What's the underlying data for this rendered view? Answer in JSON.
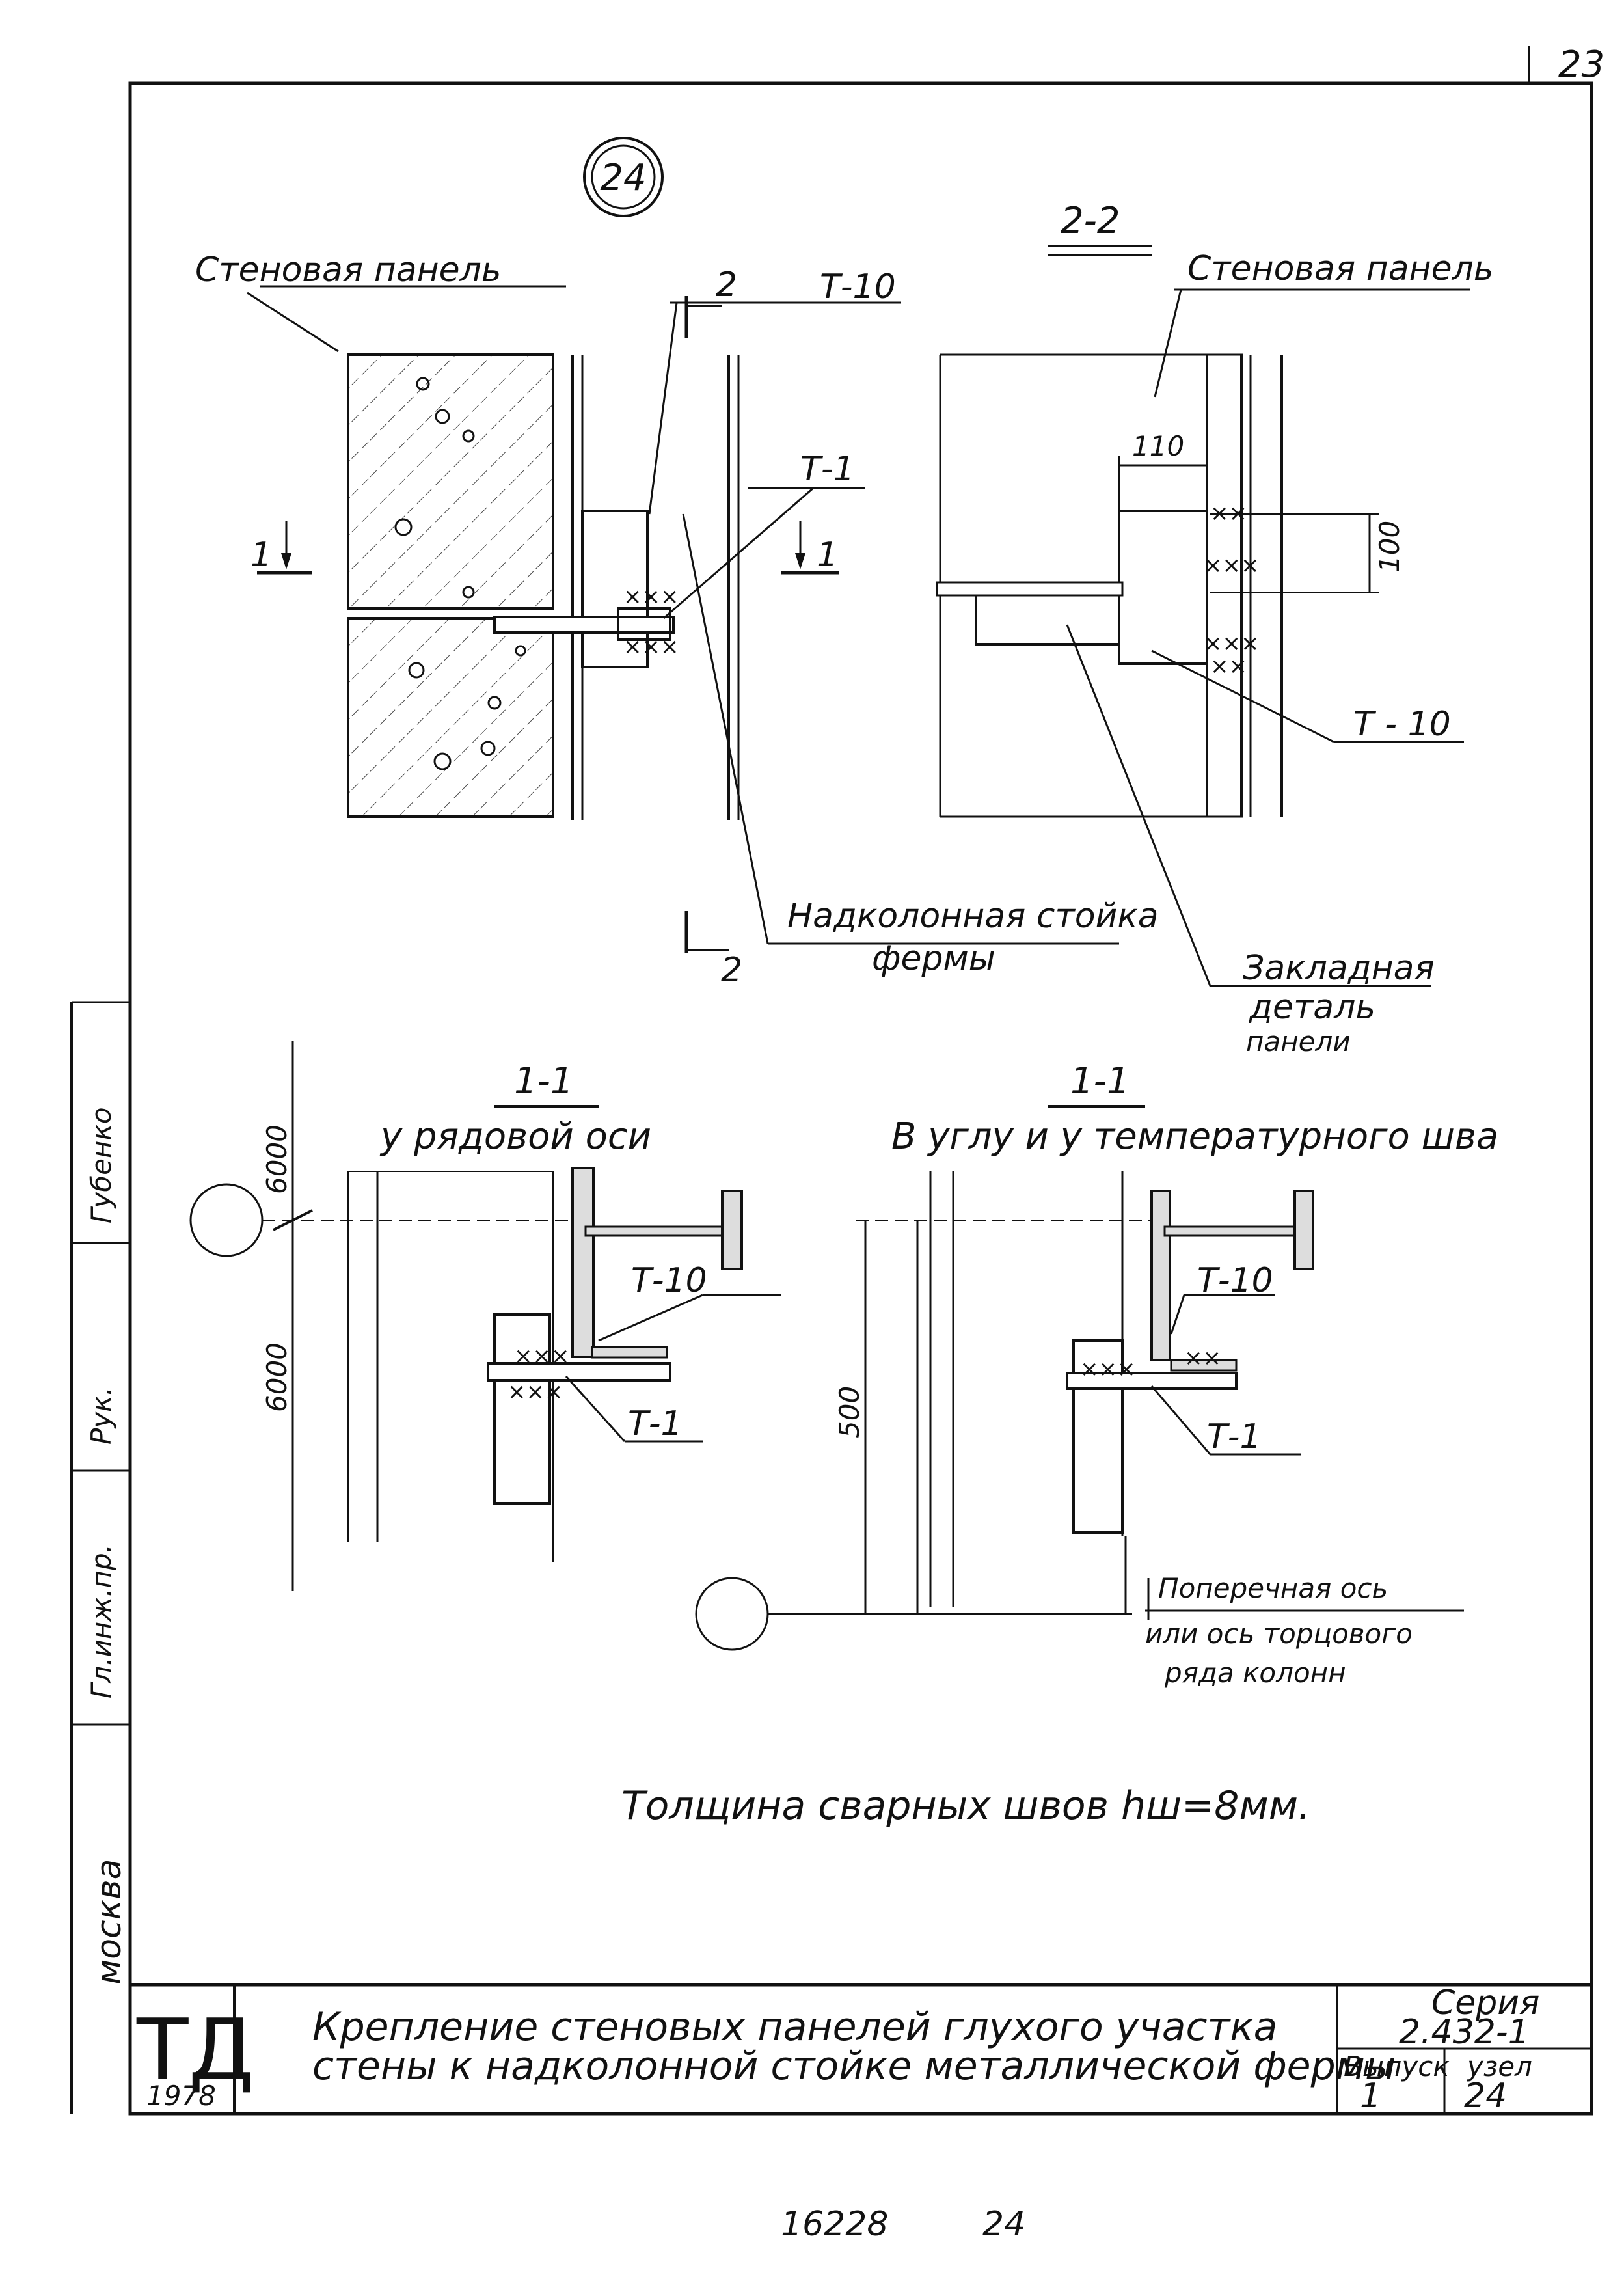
{
  "page_number": "23",
  "node_badge": "24",
  "labels": {
    "wall_panel_left": "Стеновая панель",
    "wall_panel_right": "Стеновая панель",
    "t10_top_left": "Т-10",
    "t1_top_left": "Т-1",
    "t10_top_right": "Т - 10",
    "section_2_2": "2-2",
    "dim_110": "110",
    "dim_100": "100",
    "cut_mark_1": "1",
    "cut_mark_2": "2",
    "column_post_l1": "Надколонная стойка",
    "column_post_l2": "фермы",
    "embed_l1": "Закладная",
    "embed_l2": "деталь",
    "embed_l3": "панели",
    "sec_a_title": "1-1",
    "sec_a_sub": "у рядовой оси",
    "sec_b_title": "1-1",
    "sec_b_sub": "В углу и у температурного шва",
    "dim_6000_a": "6000",
    "dim_6000_b": "6000",
    "dim_500": "500",
    "t10_bl": "Т-10",
    "t1_bl": "Т-1",
    "t10_br": "Т-10",
    "t1_br": "Т-1",
    "transverse_l1": "Поперечная ось",
    "transverse_l2": "или ось торцового",
    "transverse_l3": "ряда колонн",
    "weld_note": "Толщина сварных швов hш=8мм."
  },
  "sidebar": {
    "city": "москва",
    "stamp_1": "Губенко",
    "stamp_2": "Рук.",
    "stamp_3": "Гл.инж.пр."
  },
  "title_block": {
    "logo": "ТД",
    "year": "1978",
    "title_l1": "Крепление стеновых панелей глухого участка",
    "title_l2": "стены к надколонной стойке металлической фермы",
    "series_label": "Серия",
    "series_value": "2.432-1",
    "issue_label": "Выпуск",
    "issue_value": "1",
    "node_label": "узел",
    "node_value": "24"
  },
  "footer": {
    "doc_number": "16228",
    "sheet": "24"
  }
}
